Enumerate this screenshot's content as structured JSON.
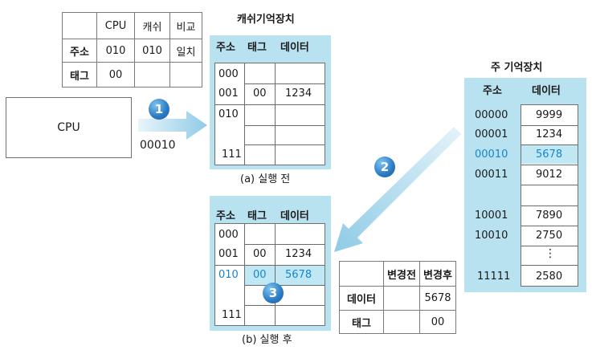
{
  "compare_table": {
    "headers": [
      "",
      "CPU",
      "캐쉬",
      "비교"
    ],
    "rows": [
      [
        "주소",
        "010",
        "010",
        "일치"
      ],
      [
        "태그",
        "00",
        "",
        ""
      ]
    ]
  },
  "cpu_box": {
    "label": "CPU"
  },
  "step1": {
    "number": "1",
    "address": "00010"
  },
  "step2": {
    "number": "2"
  },
  "step3": {
    "number": "3"
  },
  "cache_before": {
    "title": "캐쉬기억장치",
    "headers": [
      "주소",
      "태그",
      "데이터"
    ],
    "rows": [
      [
        "000",
        "",
        ""
      ],
      [
        "001",
        "00",
        "1234"
      ],
      [
        "010",
        "",
        ""
      ],
      [
        "111",
        "",
        ""
      ]
    ],
    "caption": "(a) 실행 전"
  },
  "cache_after": {
    "headers": [
      "주소",
      "태그",
      "데이터"
    ],
    "rows": [
      [
        "000",
        "",
        ""
      ],
      [
        "001",
        "00",
        "1234"
      ],
      [
        "010",
        "00",
        "5678"
      ],
      [
        "111",
        "",
        ""
      ]
    ],
    "caption": "(b) 실행 후"
  },
  "main_memory": {
    "title": "주 기억장치",
    "headers": [
      "주소",
      "데이터"
    ],
    "rows": [
      [
        "00000",
        "9999"
      ],
      [
        "00001",
        "1234"
      ],
      [
        "00010",
        "5678"
      ],
      [
        "00011",
        "9012"
      ],
      [
        "10001",
        "7890"
      ],
      [
        "10010",
        "2750"
      ],
      [
        "11111",
        "2580"
      ]
    ],
    "ellipsis": "⋮"
  },
  "change_table": {
    "headers": [
      "",
      "변경전",
      "변경후"
    ],
    "rows": [
      [
        "데이터",
        "",
        "5678"
      ],
      [
        "태그",
        "",
        "00"
      ]
    ]
  },
  "colors": {
    "panel": "#b9e2f1",
    "highlight_text": "#1a84c8",
    "highlight_cell": "#bfe8f4",
    "arrow": "#8fcbe6"
  }
}
